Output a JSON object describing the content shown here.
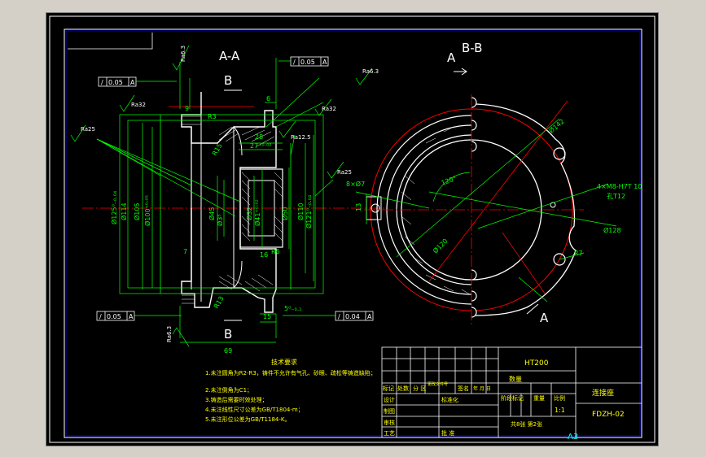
{
  "colors": {
    "background": "#000000",
    "frame": "#ffffff",
    "outline": "#ffffff",
    "dimension": "#00ff00",
    "centerline": "#ff0000",
    "hatch": "#ffffff",
    "text_white": "#ffffff",
    "text_yellow": "#ffff00",
    "text_cyan": "#00ffff",
    "border_blue": "#0000ff"
  },
  "views": {
    "section_aa": {
      "title": "A-A",
      "cut_label_top": "B",
      "cut_label_bottom": "B",
      "dims": {
        "d125": "Ø125⁰₋₀.₀₄",
        "d114": "Ø114",
        "d105": "Ø105",
        "d100": "Ø100⁺⁰·⁰⁵",
        "d45": "Ø45",
        "d35": "Ø3⁵",
        "d32": "Ø32",
        "d41": "Ø41⁺⁰·⁰²",
        "d50": "Ø50",
        "d110": "Ø110",
        "d121": "Ø121⁰₋₀.₀₄",
        "l9": "9",
        "l6": "6",
        "l28": "28",
        "l27": "27⁺⁰·⁰²",
        "l7": "7",
        "l16": "16",
        "l15": "15",
        "l5": "5⁰₋₀.₁",
        "l69": "69",
        "r3": "R3",
        "r15": "R15",
        "r13": "R13",
        "r6": "R6"
      },
      "tolerances": {
        "flat_top_left": "0.05",
        "flat_top_right": "0.05",
        "flat_bottom_left": "0.05",
        "flat_bottom_right": "0.04",
        "datum": "A"
      },
      "roughness": {
        "top_left": "Ra6.3",
        "top_right": "Ra6.3",
        "left_1": "Ra32",
        "left_2": "Ra25",
        "right_1": "Ra32",
        "right_2": "Ra12.5",
        "right_3": "Ra25",
        "bottom": "Ra6.3"
      }
    },
    "view_bb": {
      "title": "B-B",
      "cut_label_top": "A",
      "cut_label_bottom": "A",
      "dims": {
        "d142": "Ø142",
        "d128": "Ø128",
        "d120": "Ø120",
        "angle": "120°",
        "holes": "4×M8-H7T 10",
        "hole_depth": "孔T12",
        "r7": "R7",
        "slot": "8×Ø7",
        "l13": "13"
      }
    }
  },
  "tech_notes": {
    "heading": "技术要求",
    "lines": [
      "1.未注圆角为R2-R3，铸件不允许有气孔、砂眼、疏松等铸造缺陷；",
      "2.未注倒角为C1；",
      "3.铸造后需要时效处理；",
      "4.未注线性尺寸公差为GB/T1804-m；",
      "5.未注形位公差为GB/T1184-K。"
    ]
  },
  "title_block": {
    "material": "HT200",
    "part_name": "连接座",
    "drawing_no": "FDZH-02",
    "scale": "1:1",
    "sheet_info": "共8张  第2张",
    "labels": {
      "mark": "标记",
      "count": "处数",
      "zone": "分 区",
      "change_doc": "更改文件号",
      "signature": "签名",
      "date": "年 月 日",
      "design": "设计",
      "standardize": "标准化",
      "drafting": "制图",
      "review": "审核",
      "process": "工艺",
      "approve": "批 准",
      "stage_mark": "阶段标记",
      "weight": "重量",
      "ratio": "比例",
      "quantity": "数量"
    }
  },
  "paper_size": "A3"
}
